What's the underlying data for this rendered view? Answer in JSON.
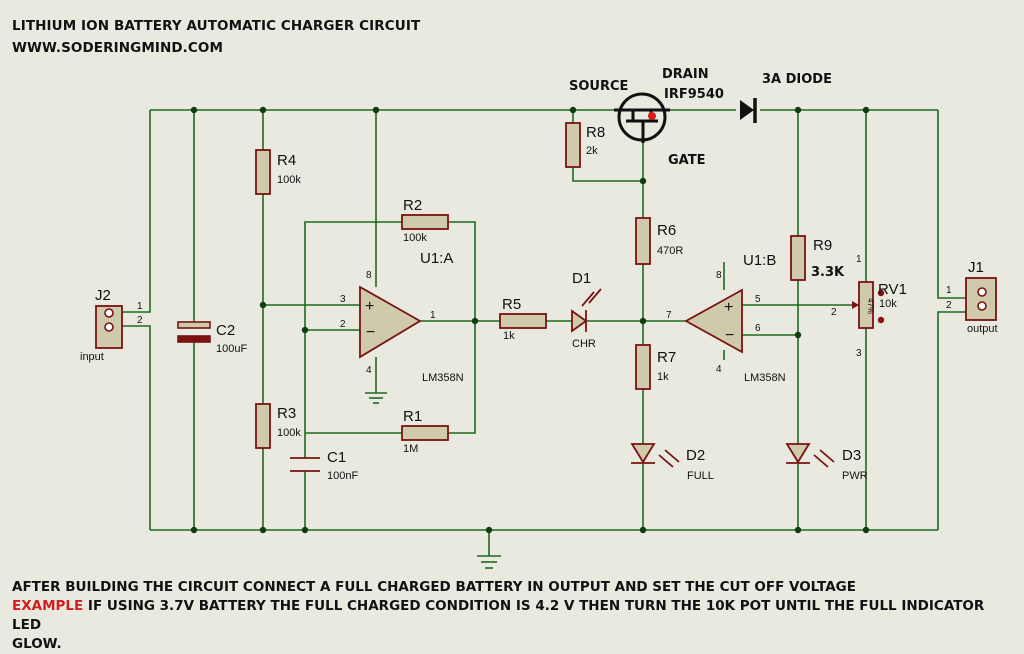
{
  "header": {
    "title": "LITHIUM ION BATTERY AUTOMATIC CHARGER CIRCUIT",
    "website": "WWW.SODERINGMIND.COM"
  },
  "labels": {
    "source": "SOURCE",
    "drain": "DRAIN",
    "mosfet": "IRF9540",
    "gate": "GATE",
    "diode": "3A DIODE"
  },
  "components": {
    "R8": {
      "ref": "R8",
      "value": "2k"
    },
    "R4": {
      "ref": "R4",
      "value": "100k"
    },
    "R2": {
      "ref": "R2",
      "value": "100k"
    },
    "R6": {
      "ref": "R6",
      "value": "470R"
    },
    "R9": {
      "ref": "R9",
      "value": "3.3K"
    },
    "R5": {
      "ref": "R5",
      "value": "1k"
    },
    "R7": {
      "ref": "R7",
      "value": "1k"
    },
    "R3": {
      "ref": "R3",
      "value": "100k"
    },
    "R1": {
      "ref": "R1",
      "value": "1M"
    },
    "C2": {
      "ref": "C2",
      "value": "100uF"
    },
    "C1": {
      "ref": "C1",
      "value": "100nF"
    },
    "D1": {
      "ref": "D1",
      "value": "CHR"
    },
    "D2": {
      "ref": "D2",
      "value": "FULL"
    },
    "D3": {
      "ref": "D3",
      "value": "PWR"
    },
    "RV1": {
      "ref": "RV1",
      "value": "10k",
      "pct": "47%"
    },
    "U1A": {
      "ref": "U1:A",
      "part": "LM358N"
    },
    "U1B": {
      "ref": "U1:B",
      "part": "LM358N"
    },
    "J1": {
      "ref": "J1",
      "label": "output"
    },
    "J2": {
      "ref": "J2",
      "label": "input"
    }
  },
  "pins": {
    "p1": "1",
    "p2": "2",
    "p3": "3",
    "p4": "4",
    "p5": "5",
    "p6": "6",
    "p7": "7",
    "p8": "8",
    "plus": "+",
    "minus": "−"
  },
  "footer": {
    "line1": "AFTER BUILDING THE CIRCUIT CONNECT A FULL CHARGED BATTERY IN OUTPUT AND SET THE CUT OFF VOLTAGE",
    "example_word": "EXAMPLE",
    "line2_rest": " IF USING 3.7V BATTERY THE FULL CHARGED CONDITION IS 4.2 V THEN TURN THE 10K POT  UNTIL THE FULL INDICATOR LED",
    "line3": "GLOW."
  },
  "colors": {
    "background": "#e9e9e0",
    "wire": "#1f6b1f",
    "component_outline": "#7a1212",
    "component_fill": "#cfcaab",
    "highlight": "#d41c1c"
  }
}
